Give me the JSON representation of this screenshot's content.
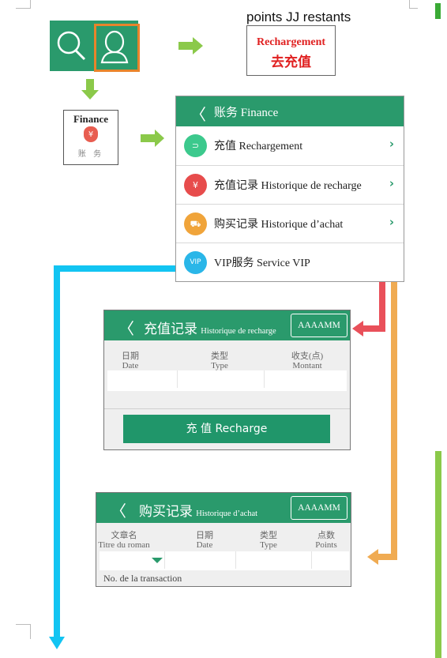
{
  "top": {
    "points_label": "points JJ restants",
    "recharge_badge": {
      "line1": "Rechargement",
      "line2": "去充值"
    }
  },
  "icons": {
    "search": "search-icon",
    "user": "user-icon"
  },
  "finance_tile": {
    "title": "Finance",
    "subtitle": "账 务",
    "coin": "¥"
  },
  "finance_menu": {
    "back": "〈",
    "title": "账务  Finance",
    "items": [
      {
        "label": "充值 Rechargement",
        "color": "#3cc98d",
        "symbol": "⊃"
      },
      {
        "label": "充值记录  Historique de recharge",
        "color": "#e74c4c",
        "symbol": "¥"
      },
      {
        "label": "购买记录  Historique d’achat",
        "color": "#f0a43a",
        "symbol": "⛟"
      },
      {
        "label": "VIP服务 Service VIP",
        "color": "#2ab6e8",
        "symbol": "VIP"
      }
    ],
    "chevron": "›"
  },
  "recharge_history": {
    "back": "〈",
    "title_cn": "充值记录",
    "title_fr": "Historique de recharge",
    "button": "AAAAMM",
    "columns": [
      {
        "cn": "日期",
        "fr": "Date"
      },
      {
        "cn": "类型",
        "fr": "Type"
      },
      {
        "cn": "收支(点)",
        "fr": "Montant"
      }
    ],
    "recharge_button": "充 值  Recharge"
  },
  "purchase_history": {
    "back": "〈",
    "title_cn": "购买记录",
    "title_fr": "Historique d’achat",
    "button": "AAAAMM",
    "columns": [
      {
        "cn": "文章名",
        "fr": "Titre du roman"
      },
      {
        "cn": "日期",
        "fr": "Date"
      },
      {
        "cn": "类型",
        "fr": "Type"
      },
      {
        "cn": "点数",
        "fr": "Points"
      }
    ],
    "transaction_label": "No. de la transaction"
  },
  "colors": {
    "green": "#2a9a6c",
    "flow_green": "#8bc94a",
    "flow_red": "#e9505a",
    "flow_orange": "#f0ab52",
    "flow_blue": "#12c4f2",
    "highlight_orange": "#e8842b"
  }
}
